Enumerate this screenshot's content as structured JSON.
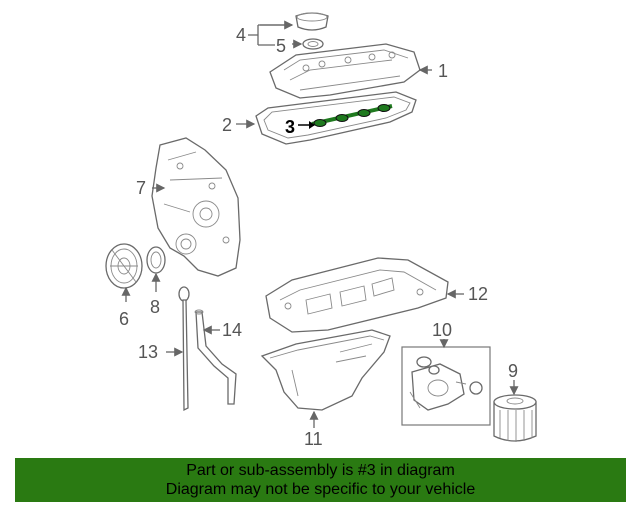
{
  "callouts": [
    "1",
    "2",
    "3",
    "4",
    "5",
    "6",
    "7",
    "8",
    "9",
    "10",
    "11",
    "12",
    "13",
    "14"
  ],
  "highlighted_callout": "3",
  "highlight_color": "#1f7a1f",
  "banner": {
    "line1": "Part or sub-assembly is #3 in diagram",
    "line2": "Diagram may not be specific to your vehicle",
    "background": "#2a7a12"
  }
}
